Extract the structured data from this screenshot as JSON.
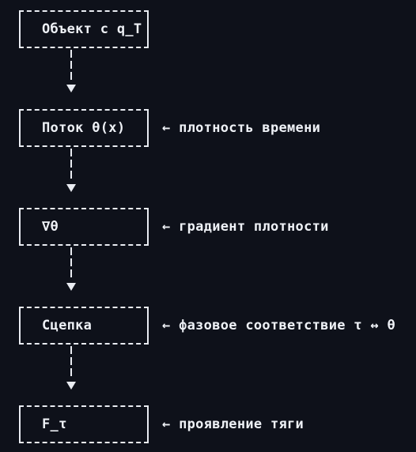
{
  "nodes": [
    {
      "label": "Объект с q_T",
      "annotation": ""
    },
    {
      "label": "Поток θ(x)",
      "annotation": "← плотность времени"
    },
    {
      "label": "∇θ",
      "annotation": "← градиент плотности"
    },
    {
      "label": "Сцепка",
      "annotation": "← фазовое соответствие τ ↔ θ"
    },
    {
      "label": "F_τ",
      "annotation": "← проявление тяги"
    }
  ],
  "colors": {
    "background": "#0e111a",
    "foreground": "#eef1f6"
  }
}
